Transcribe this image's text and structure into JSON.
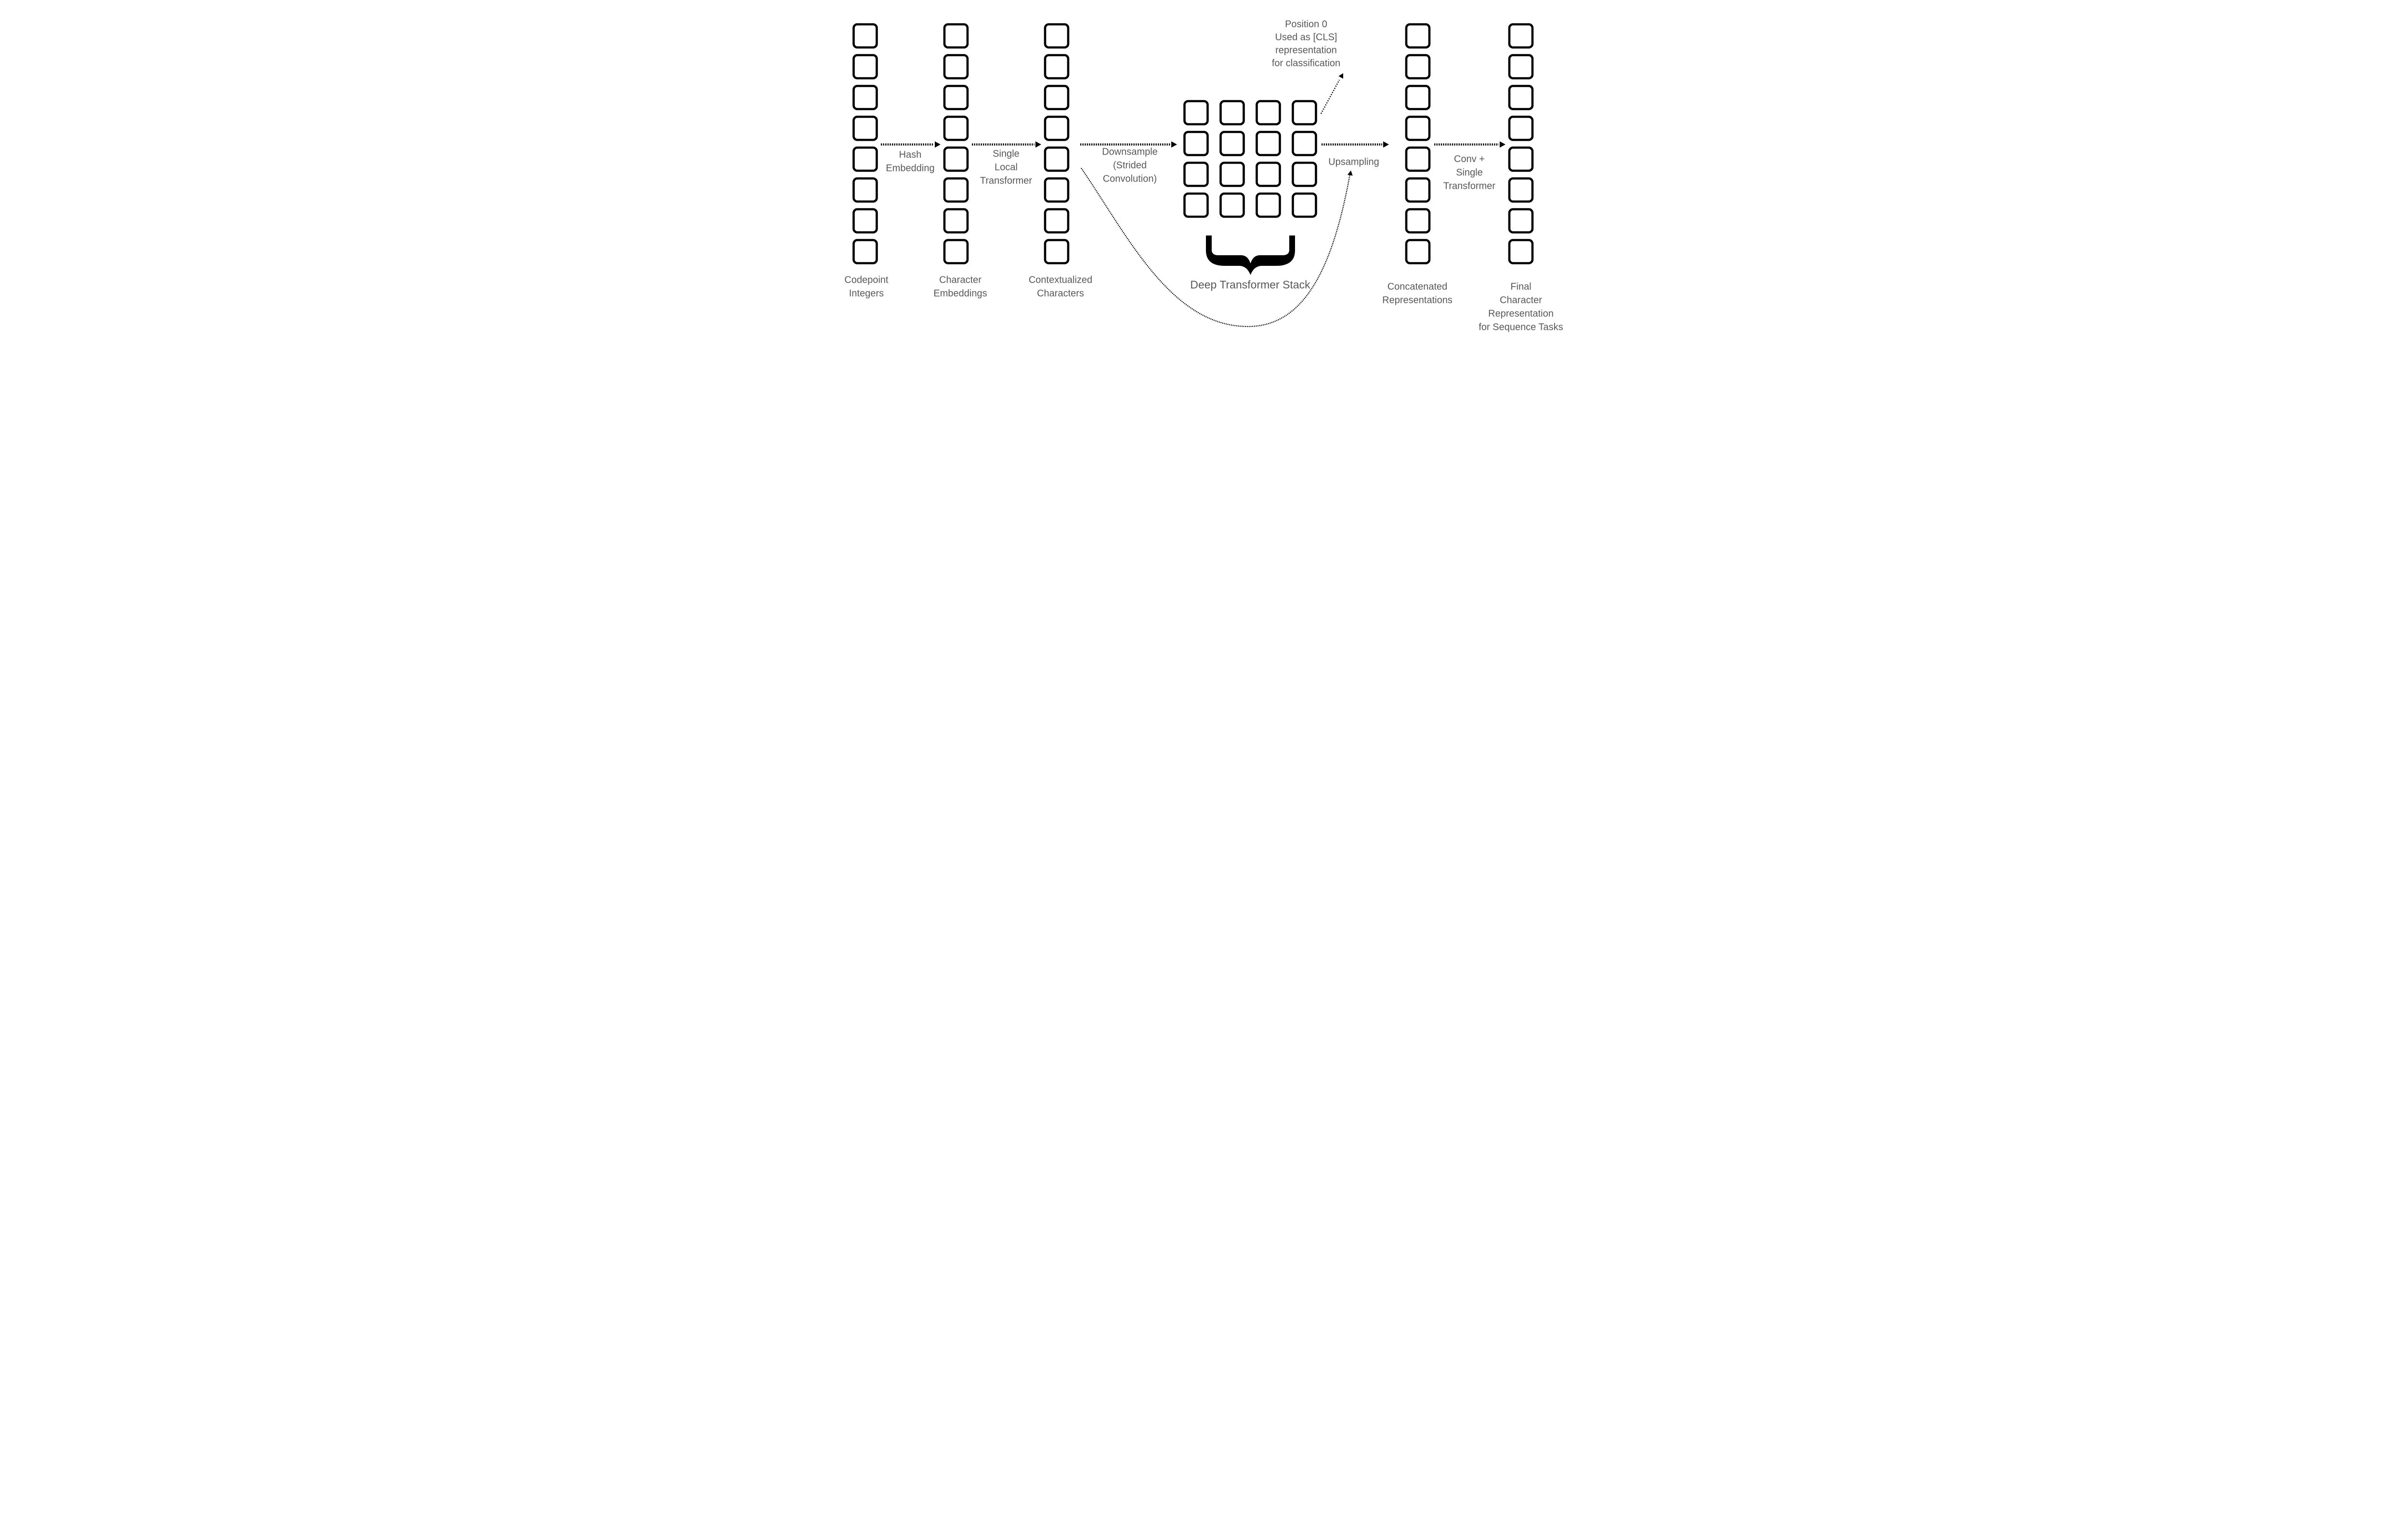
{
  "colors": {
    "line": "#000000",
    "text": "#58585a",
    "background": "#ffffff"
  },
  "columns": [
    {
      "id": "codepoint-integers",
      "boxes": 8,
      "label_lines": [
        "Codepoint",
        "Integers"
      ]
    },
    {
      "id": "character-embeddings",
      "boxes": 8,
      "label_lines": [
        "Character",
        "Embeddings"
      ]
    },
    {
      "id": "contextualized-characters",
      "boxes": 8,
      "label_lines": [
        "Contextualized",
        "Characters"
      ]
    },
    {
      "id": "concatenated-representations",
      "boxes": 8,
      "label_lines": [
        "Concatenated",
        "Representations"
      ]
    },
    {
      "id": "final-character-representation",
      "boxes": 8,
      "label_lines": [
        "Final",
        "Character",
        "Representation",
        "for Sequence Tasks"
      ]
    }
  ],
  "grid": {
    "id": "deep-transformer-stack",
    "rows": 4,
    "cols": 4,
    "label": "Deep Transformer Stack"
  },
  "arrows": {
    "hash_embedding": {
      "label_lines": [
        "Hash",
        "Embedding"
      ]
    },
    "single_local_transformer": {
      "label_lines": [
        "Single",
        "Local",
        "Transformer"
      ]
    },
    "downsample": {
      "label_lines": [
        "Downsample",
        "(Strided",
        "Convolution)"
      ]
    },
    "upsampling": {
      "label_lines": [
        "Upsampling"
      ]
    },
    "conv_single_transformer": {
      "label_lines": [
        "Conv +",
        "Single",
        "Transformer"
      ]
    }
  },
  "annotations": {
    "cls_note_lines": [
      "Position 0",
      "Used as [CLS]",
      "representation",
      "for classification"
    ]
  }
}
